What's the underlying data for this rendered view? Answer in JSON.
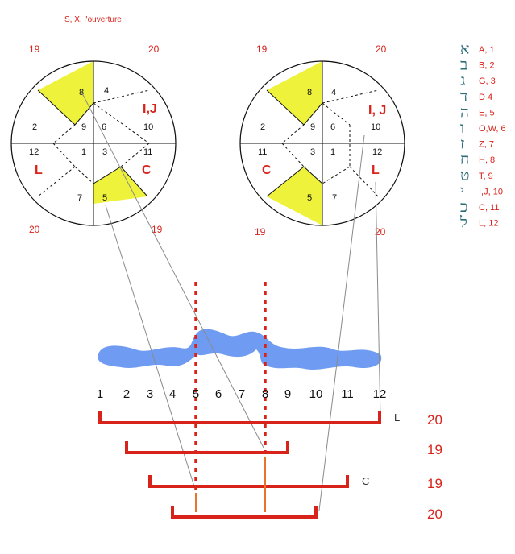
{
  "title": "S, X, l'ouverture",
  "colors": {
    "red": "#d8231b",
    "yellow": "#eef23a",
    "blue": "#6f9cf2",
    "line": "#8a8a8a",
    "hebrew": "#2f6e78"
  },
  "wheels": [
    {
      "corner_labels": {
        "tl": "19",
        "tr": "20",
        "bl": "20",
        "br": "19"
      },
      "cells": {
        "n_outer": "8",
        "n_inner": "4",
        "w_outer": "2",
        "w_inner": "9",
        "e_inner": "6",
        "e_outer": "10",
        "w_lower": "12",
        "wc_lower": "1",
        "ec_lower": "3",
        "e_lower": "11",
        "s_inner": "7",
        "s_outer": "5"
      },
      "letters": {
        "upper_right": "I,J",
        "left": "L",
        "right": "C"
      }
    },
    {
      "corner_labels": {
        "tl": "19",
        "tr": "20",
        "bl": "19",
        "br": "20"
      },
      "cells": {
        "n_outer": "8",
        "n_inner": "4",
        "w_outer": "2",
        "w_inner": "9",
        "e_inner": "6",
        "e_outer": "10",
        "w_lower": "11",
        "wc_lower": "3",
        "ec_lower": "1",
        "e_lower": "12",
        "s_inner": "7",
        "s_outer": "5"
      },
      "letters": {
        "upper_right": "I, J",
        "left": "C",
        "right": "L"
      }
    }
  ],
  "legend": [
    {
      "glyph": "א",
      "label": "A, 1"
    },
    {
      "glyph": "ב",
      "label": "B, 2"
    },
    {
      "glyph": "ג",
      "label": "G, 3"
    },
    {
      "glyph": "ד",
      "label": "D 4"
    },
    {
      "glyph": "ה",
      "label": "E, 5"
    },
    {
      "glyph": "ו",
      "label": "O,W, 6"
    },
    {
      "glyph": "ז",
      "label": "Z, 7"
    },
    {
      "glyph": "ח",
      "label": "H, 8"
    },
    {
      "glyph": "ט",
      "label": "T, 9"
    },
    {
      "glyph": "י",
      "label": "I,J, 10"
    },
    {
      "glyph": "כ",
      "label": "C, 11"
    },
    {
      "glyph": "ל",
      "label": "L, 12"
    }
  ],
  "scale_numbers": [
    "1",
    "2",
    "3",
    "4",
    "5",
    "6",
    "7",
    "8",
    "9",
    "10",
    "11",
    "12"
  ],
  "brackets": [
    {
      "letter": "L",
      "value": "20"
    },
    {
      "letter": "",
      "value": "19"
    },
    {
      "letter": "C",
      "value": "19"
    },
    {
      "letter": "",
      "value": "20"
    }
  ]
}
